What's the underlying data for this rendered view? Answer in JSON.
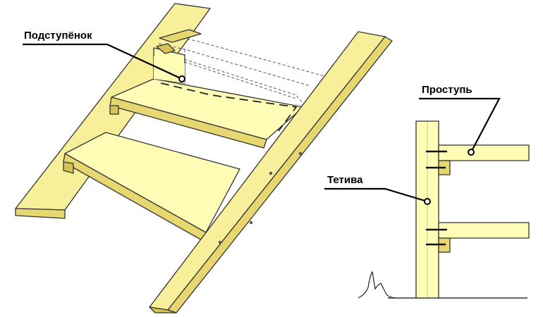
{
  "diagram": {
    "labels": {
      "riser": "Подступёнок",
      "tread": "Проступь",
      "stringer": "Тетива"
    },
    "colors": {
      "wood_light": "#FFFDB5",
      "wood_mid": "#F7EF9A",
      "wood_dark": "#E6D770",
      "wood_shadow": "#D7C257",
      "outline": "#333333",
      "leader": "#000000"
    }
  }
}
